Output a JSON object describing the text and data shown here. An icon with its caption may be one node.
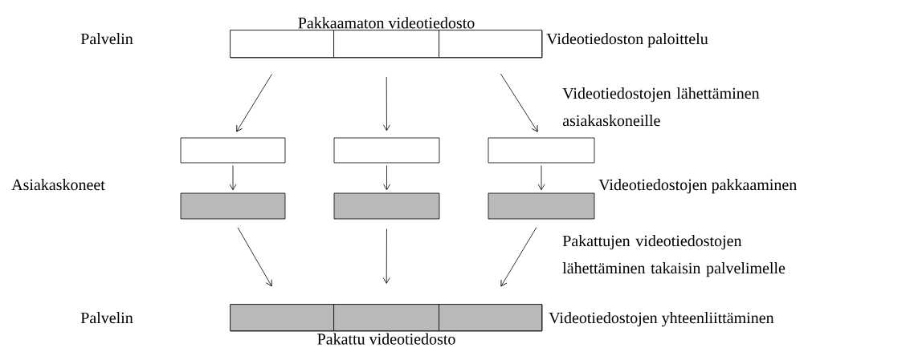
{
  "diagram": {
    "nodes": [
      {
        "text": [
          "Pakkaamaton videotiedosto"
        ]
      },
      {
        "text": [],
        "shape": "box",
        "in": 0
      },
      {
        "text": [],
        "shape": "box",
        "in": 0
      },
      {
        "text": [],
        "shape": "box",
        "in": 0
      },
      {
        "text": [],
        "shape": "box"
      },
      {
        "text": [],
        "shape": "box"
      },
      {
        "text": [],
        "shape": "box"
      },
      {
        "text": [],
        "shape": "box"
      },
      {
        "text": [],
        "shape": "box"
      },
      {
        "text": [],
        "shape": "box"
      },
      {
        "text": [
          "Pakattu videotiedosto"
        ]
      },
      {
        "text": [],
        "shape": "box",
        "in": 10
      },
      {
        "text": [],
        "shape": "box",
        "in": 10
      },
      {
        "text": [],
        "shape": "box",
        "in": 10
      }
    ],
    "edges": [
      {
        "from": 1,
        "to": 4,
        "arrow": "to"
      },
      {
        "from": 2,
        "to": 5,
        "arrow": "to"
      },
      {
        "from": 3,
        "to": 6,
        "arrow": "to"
      },
      {
        "from": 4,
        "to": 7,
        "arrow": "to"
      },
      {
        "from": 5,
        "to": 8,
        "arrow": "to"
      },
      {
        "from": 6,
        "to": 9,
        "arrow": "to"
      },
      {
        "from": 7,
        "to": 11,
        "arrow": "to"
      },
      {
        "from": 8,
        "to": 12,
        "arrow": "to"
      },
      {
        "from": 9,
        "to": 13,
        "arrow": "to"
      }
    ],
    "labels": [
      "Palvelin",
      "Videotiedoston paloittelu",
      "Videotiedostojen lähettäminen asiakaskoneille",
      "Asiakaskoneet",
      "Videotiedostojen pakkaaminen",
      "Pakattujen videotiedostojen lähettäminen takaisin palvelimelle",
      "Palvelin",
      "Videotiedostojen yhteenliittäminen"
    ]
  }
}
